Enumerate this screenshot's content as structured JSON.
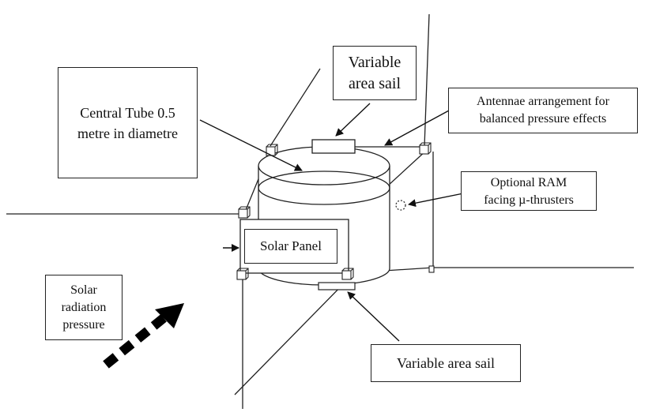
{
  "labels": {
    "central_tube": "Central Tube 0.5\nmetre in diametre",
    "variable_area_sail_top": "Variable\narea sail",
    "antennae": "Antennae arrangement for\nbalanced pressure effects",
    "optional_ram": "Optional RAM\nfacing µ-thrusters",
    "solar_panel": "Solar Panel",
    "solar_radiation": "Solar\nradiation\npressure",
    "variable_area_sail_bottom": "Variable area sail"
  }
}
